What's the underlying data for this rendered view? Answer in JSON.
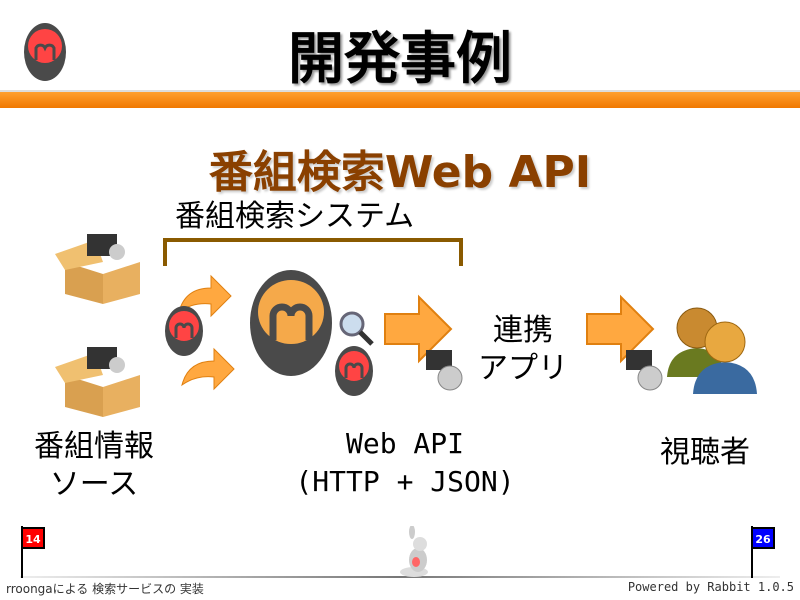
{
  "slide": {
    "title": "開発事例",
    "subtitle": "番組検索Web API",
    "system_label": "番組検索システム",
    "source_label_1": "番組情報",
    "source_label_2": "ソース",
    "api_label_1": "Web API",
    "api_label_2": "(HTTP + JSON)",
    "app_label_1": "連携",
    "app_label_2": "アプリ",
    "viewer_label": "視聴者"
  },
  "footer": {
    "left": "rroongaによる 検索サービスの 実装",
    "right": "Powered by Rabbit 1.0.5",
    "current_page": "14",
    "total_pages": "26"
  },
  "colors": {
    "accent": "#f07800",
    "subtitle": "#8a4000",
    "current_flag": "#ff0000",
    "total_flag": "#0000ff"
  }
}
